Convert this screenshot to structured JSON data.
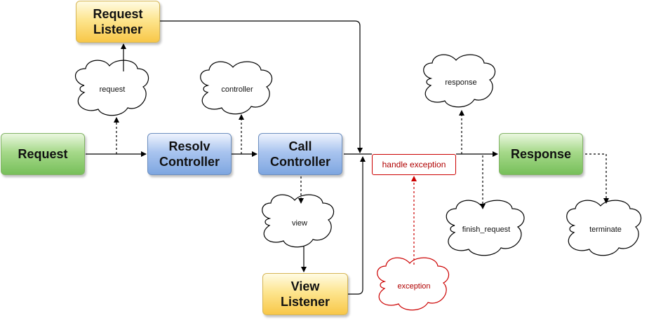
{
  "nodes": {
    "request": "Request",
    "request_listener": "Request\nListener",
    "resolv_controller": "Resolv\nController",
    "call_controller": "Call\nController",
    "view_listener": "View\nListener",
    "response": "Response"
  },
  "events": {
    "request": "request",
    "controller": "controller",
    "view": "view",
    "response": "response",
    "finish_request": "finish_request",
    "terminate": "terminate",
    "exception": "exception"
  },
  "handle_exception": "handle exception",
  "colors": {
    "green_fill": "#8fcc71",
    "blue_fill": "#a9c4ef",
    "yellow_fill": "#fde58f",
    "exception_red": "#cc0000",
    "line": "#000000"
  }
}
